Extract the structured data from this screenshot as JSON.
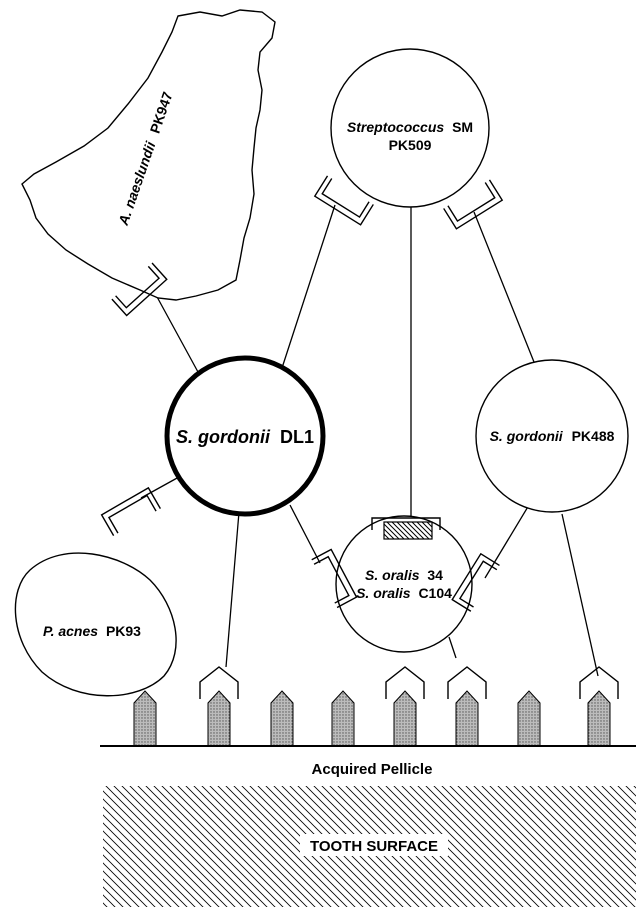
{
  "cells": {
    "a_naeslundii": {
      "species": "A. naeslundii",
      "strain": "PK947"
    },
    "streptococcus_sm": {
      "species": "Streptococcus",
      "strain_line1": "SM",
      "strain_line2": "PK509"
    },
    "s_gordonii_dl1": {
      "species": "S. gordonii",
      "strain": "DL1"
    },
    "s_gordonii_pk488": {
      "species": "S. gordonii",
      "strain": "PK488"
    },
    "p_acnes": {
      "species": "P. acnes",
      "strain": "PK93"
    },
    "s_oralis": {
      "species1": "S. oralis",
      "strain1": "34",
      "species2": "S. oralis",
      "strain2": "C104"
    }
  },
  "pellicle_label": "Acquired Pellicle",
  "surface_label": "TOOTH SURFACE"
}
